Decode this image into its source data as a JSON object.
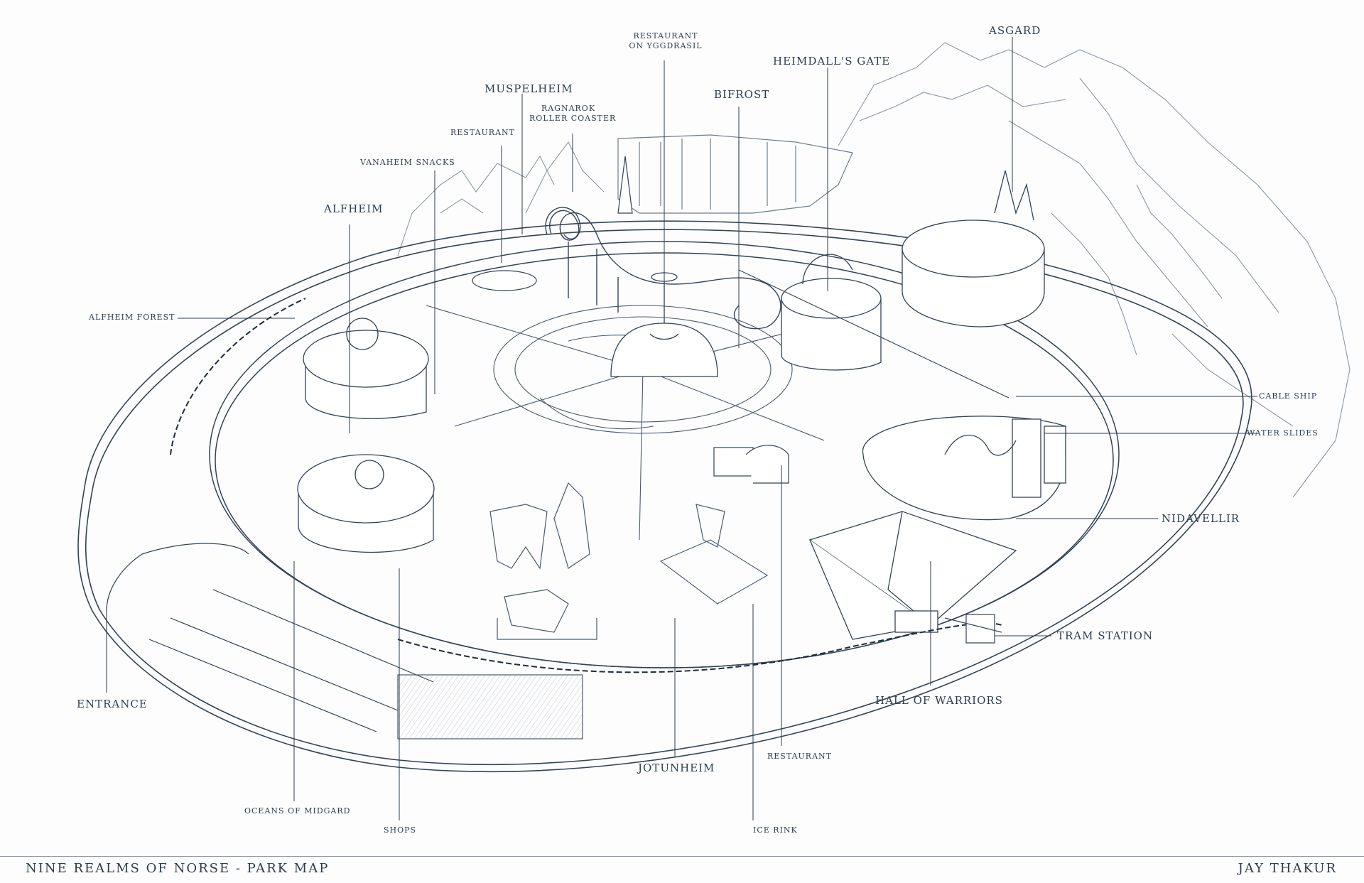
{
  "map": {
    "title": "NINE REALMS OF NORSE - PARK MAP",
    "author": "JAY THAKUR",
    "labels": {
      "asgard": "ASGARD",
      "heimdalls_gate": "HEIMDALL'S GATE",
      "restaurant_yggdrasil_1": "RESTAURANT",
      "restaurant_yggdrasil_2": "ON YGGDRASIL",
      "bifrost": "BIFROST",
      "muspelheim": "MUSPELHEIM",
      "ragnarok_1": "RAGNAROK",
      "ragnarok_2": "ROLLER COASTER",
      "restaurant_north": "RESTAURANT",
      "vanaheim_snacks": "VANAHEIM SNACKS",
      "alfheim": "ALFHEIM",
      "alfheim_forest": "ALFHEIM FOREST",
      "cable_ship": "CABLE SHIP",
      "water_slides": "WATER SLIDES",
      "nidavellir": "NIDAVELLIR",
      "tram_station": "TRAM STATION",
      "hall_of_warriors": "HALL OF WARRIORS",
      "entrance": "ENTRANCE",
      "jotunheim": "JOTUNHEIM",
      "restaurant_south": "RESTAURANT",
      "oceans_of_midgard": "OCEANS OF MIDGARD",
      "shops": "SHOPS",
      "ice_rink": "ICE RINK"
    },
    "colors": {
      "ink": "#3a4a60",
      "line": "#33435a",
      "paper": "#fdfdfd"
    }
  }
}
